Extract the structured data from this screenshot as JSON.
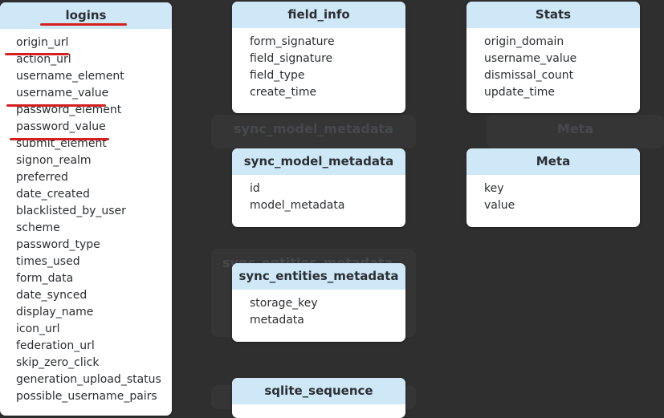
{
  "colors": {
    "background": "#2f2f2f",
    "card_header": "#cfe8f8",
    "card_body": "#ffffff",
    "annotation": "#d42020"
  },
  "tables": {
    "logins": {
      "name": "logins",
      "fields": [
        "origin_url",
        "action_url",
        "username_element",
        "username_value",
        "password_element",
        "password_value",
        "submit_element",
        "signon_realm",
        "preferred",
        "date_created",
        "blacklisted_by_user",
        "scheme",
        "password_type",
        "times_used",
        "form_data",
        "date_synced",
        "display_name",
        "icon_url",
        "federation_url",
        "skip_zero_click",
        "generation_upload_status",
        "possible_username_pairs"
      ]
    },
    "field_info": {
      "name": "field_info",
      "fields": [
        "form_signature",
        "field_signature",
        "field_type",
        "create_time"
      ]
    },
    "stats": {
      "name": "Stats",
      "fields": [
        "origin_domain",
        "username_value",
        "dismissal_count",
        "update_time"
      ]
    },
    "sync_model_metadata": {
      "name": "sync_model_metadata",
      "fields": [
        "id",
        "model_metadata"
      ]
    },
    "meta": {
      "name": "Meta",
      "fields": [
        "key",
        "value"
      ]
    },
    "sync_entities_metadata": {
      "name": "sync_entities_metadata",
      "fields": [
        "storage_key",
        "metadata"
      ]
    },
    "sqlite_sequence": {
      "name": "sqlite_sequence",
      "fields": []
    }
  },
  "ghosts": {
    "sync_model_metadata": "sync_model_metadata",
    "meta": "Meta",
    "sync_entities_metadata": "sync_entities_metadata"
  }
}
